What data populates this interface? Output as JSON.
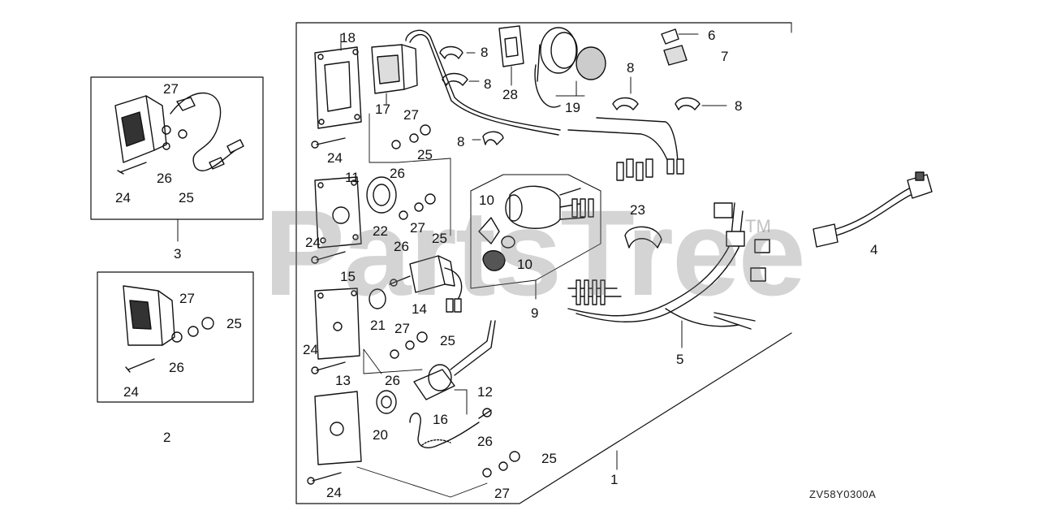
{
  "diagram": {
    "watermark": "PartsTree",
    "trademark": "TM",
    "drawing_code": "ZV58Y0300A",
    "callouts": {
      "n1": "1",
      "n2": "2",
      "n3": "3",
      "n4": "4",
      "n5": "5",
      "n6": "6",
      "n7": "7",
      "n8a": "8",
      "n8b": "8",
      "n8c": "8",
      "n8d": "8",
      "n8e": "8",
      "n9": "9",
      "n10a": "10",
      "n10b": "10",
      "n11": "11",
      "n12": "12",
      "n13": "13",
      "n14": "14",
      "n15": "15",
      "n16": "16",
      "n17": "17",
      "n18": "18",
      "n19": "19",
      "n20": "20",
      "n21": "21",
      "n22": "22",
      "n23": "23",
      "n24a": "24",
      "n24b": "24",
      "n24c": "24",
      "n24d": "24",
      "n24e": "24",
      "n24f": "24",
      "n25a": "25",
      "n25b": "25",
      "n25c": "25",
      "n25d": "25",
      "n25e": "25",
      "n25f": "25",
      "n26a": "26",
      "n26b": "26",
      "n26c": "26",
      "n26d": "26",
      "n26e": "26",
      "n26f": "26",
      "n27a": "27",
      "n27b": "27",
      "n27c": "27",
      "n27d": "27",
      "n27e": "27",
      "n27f": "27",
      "n28": "28"
    }
  }
}
